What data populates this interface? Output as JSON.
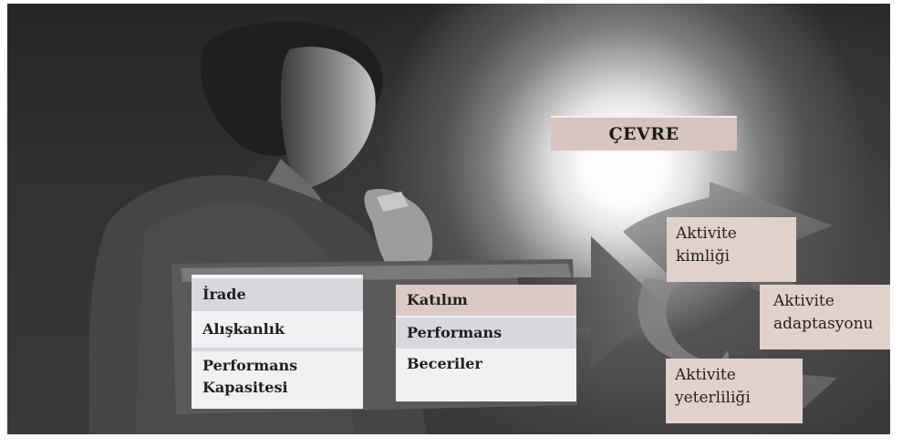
{
  "environment": {
    "label": "ÇEVRE"
  },
  "volition_box": {
    "rows": [
      "İrade",
      "Alışkanlık",
      "Performans",
      "Kapasitesi"
    ]
  },
  "occupation_box": {
    "rows": [
      "Katılım",
      "Performans",
      "Beceriler"
    ]
  },
  "outcomes": {
    "identity": {
      "line1": "Aktivite",
      "line2": "kimliği"
    },
    "adaptation": {
      "line1": "Aktivite",
      "line2": "adaptasyonu"
    },
    "competence": {
      "line1": "Aktivite",
      "line2": "yeterliliği"
    }
  },
  "colors": {
    "label_fill": "#d8c4be",
    "box_fill": "#f1f1f3",
    "row_shade": "#d7d7de",
    "background": "#2f2f2f"
  }
}
